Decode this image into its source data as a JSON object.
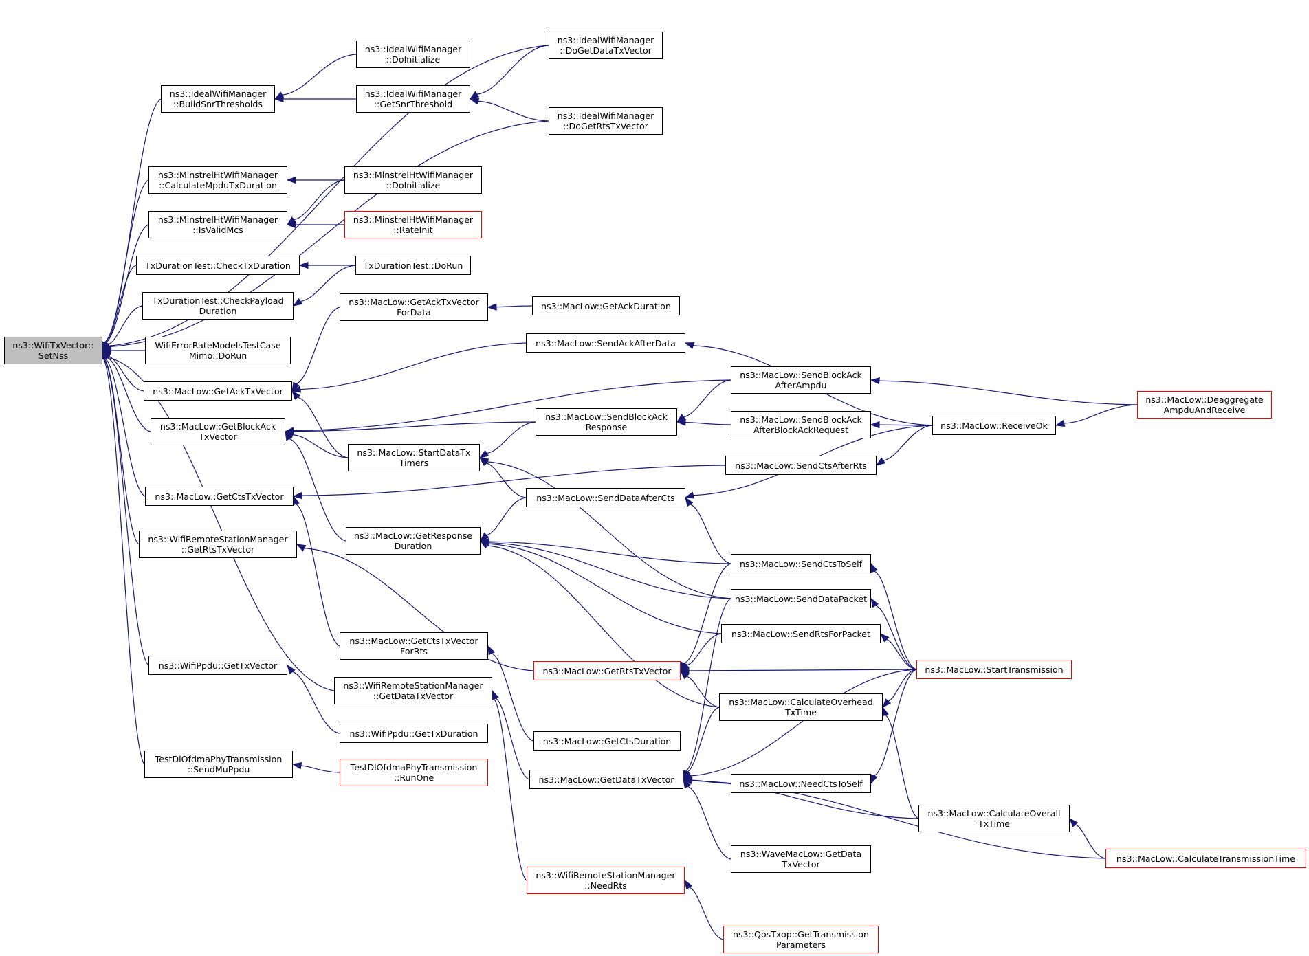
{
  "graph": {
    "title": "",
    "colors": {
      "edge": "#191970",
      "node_border": "#000000",
      "truncated_border": "#ff0000",
      "root_fill": "#bfbfbf"
    },
    "nodes": [
      {
        "id": "setnss",
        "lines": [
          "ns3::WifiTxVector::",
          "SetNss"
        ],
        "root": true
      },
      {
        "id": "ideal_build",
        "lines": [
          "ns3::IdealWifiManager",
          "::BuildSnrThresholds"
        ]
      },
      {
        "id": "ideal_doinit",
        "lines": [
          "ns3::IdealWifiManager",
          "::DoInitialize"
        ]
      },
      {
        "id": "ideal_getsnr",
        "lines": [
          "ns3::IdealWifiManager",
          "::GetSnrThreshold"
        ]
      },
      {
        "id": "ideal_getdata",
        "lines": [
          "ns3::IdealWifiManager",
          "::DoGetDataTxVector"
        ]
      },
      {
        "id": "ideal_getrts",
        "lines": [
          "ns3::IdealWifiManager",
          "::DoGetRtsTxVector"
        ]
      },
      {
        "id": "minstrel_calc",
        "lines": [
          "ns3::MinstrelHtWifiManager",
          "::CalculateMpduTxDuration"
        ]
      },
      {
        "id": "minstrel_doinit",
        "lines": [
          "ns3::MinstrelHtWifiManager",
          "::DoInitialize"
        ]
      },
      {
        "id": "minstrel_isvalid",
        "lines": [
          "ns3::MinstrelHtWifiManager",
          "::IsValidMcs"
        ]
      },
      {
        "id": "minstrel_rateinit",
        "lines": [
          "ns3::MinstrelHtWifiManager",
          "::RateInit"
        ],
        "red": true
      },
      {
        "id": "txdur_check",
        "lines": [
          "TxDurationTest::CheckTxDuration"
        ]
      },
      {
        "id": "txdur_dorun",
        "lines": [
          "TxDurationTest::DoRun"
        ]
      },
      {
        "id": "txdur_payload",
        "lines": [
          "TxDurationTest::CheckPayload",
          "Duration"
        ]
      },
      {
        "id": "wifierr",
        "lines": [
          "WifiErrorRateModelsTestCase",
          "Mimo::DoRun"
        ]
      },
      {
        "id": "getacktx",
        "lines": [
          "ns3::MacLow::GetAckTxVector"
        ]
      },
      {
        "id": "getacktxfordata",
        "lines": [
          "ns3::MacLow::GetAckTxVector",
          "ForData"
        ]
      },
      {
        "id": "getackdur",
        "lines": [
          "ns3::MacLow::GetAckDuration"
        ]
      },
      {
        "id": "sendackafterdata",
        "lines": [
          "ns3::MacLow::SendAckAfterData"
        ]
      },
      {
        "id": "getblockack",
        "lines": [
          "ns3::MacLow::GetBlockAck",
          "TxVector"
        ]
      },
      {
        "id": "sendblockackafterampdu",
        "lines": [
          "ns3::MacLow::SendBlockAck",
          "AfterAmpdu"
        ]
      },
      {
        "id": "sendblockackresp",
        "lines": [
          "ns3::MacLow::SendBlockAck",
          "Response"
        ]
      },
      {
        "id": "sendblockackafterbar",
        "lines": [
          "ns3::MacLow::SendBlockAck",
          "AfterBlockAckRequest"
        ]
      },
      {
        "id": "receiveok",
        "lines": [
          "ns3::MacLow::ReceiveOk"
        ]
      },
      {
        "id": "deaggregate",
        "lines": [
          "ns3::MacLow::Deaggregate",
          "AmpduAndReceive"
        ],
        "red": true
      },
      {
        "id": "startdatatx",
        "lines": [
          "ns3::MacLow::StartDataTx",
          "Timers"
        ]
      },
      {
        "id": "sendctsafterrts",
        "lines": [
          "ns3::MacLow::SendCtsAfterRts"
        ]
      },
      {
        "id": "getctstx",
        "lines": [
          "ns3::MacLow::GetCtsTxVector"
        ]
      },
      {
        "id": "senddataaftercts",
        "lines": [
          "ns3::MacLow::SendDataAfterCts"
        ]
      },
      {
        "id": "wrsm_getrts",
        "lines": [
          "ns3::WifiRemoteStationManager",
          "::GetRtsTxVector"
        ]
      },
      {
        "id": "getresponse",
        "lines": [
          "ns3::MacLow::GetResponse",
          "Duration"
        ]
      },
      {
        "id": "sendctstoself",
        "lines": [
          "ns3::MacLow::SendCtsToSelf"
        ]
      },
      {
        "id": "senddatapacket",
        "lines": [
          "ns3::MacLow::SendDataPacket"
        ]
      },
      {
        "id": "getctstxforrts",
        "lines": [
          "ns3::MacLow::GetCtsTxVector",
          "ForRts"
        ]
      },
      {
        "id": "sendrtsforpacket",
        "lines": [
          "ns3::MacLow::SendRtsForPacket"
        ]
      },
      {
        "id": "getrtstx",
        "lines": [
          "ns3::MacLow::GetRtsTxVector"
        ],
        "red": true
      },
      {
        "id": "starttransmission",
        "lines": [
          "ns3::MacLow::StartTransmission"
        ],
        "red": true
      },
      {
        "id": "wifippdu_gettx",
        "lines": [
          "ns3::WifiPpdu::GetTxVector"
        ]
      },
      {
        "id": "wrsm_getdata",
        "lines": [
          "ns3::WifiRemoteStationManager",
          "::GetDataTxVector"
        ]
      },
      {
        "id": "calcoverhead",
        "lines": [
          "ns3::MacLow::CalculateOverhead",
          "TxTime"
        ]
      },
      {
        "id": "wifippdu_getdur",
        "lines": [
          "ns3::WifiPpdu::GetTxDuration"
        ]
      },
      {
        "id": "getctsdur",
        "lines": [
          "ns3::MacLow::GetCtsDuration"
        ]
      },
      {
        "id": "testdl_send",
        "lines": [
          "TestDlOfdmaPhyTransmission",
          "::SendMuPpdu"
        ]
      },
      {
        "id": "testdl_runone",
        "lines": [
          "TestDlOfdmaPhyTransmission",
          "::RunOne"
        ],
        "red": true
      },
      {
        "id": "getdatatx",
        "lines": [
          "ns3::MacLow::GetDataTxVector"
        ]
      },
      {
        "id": "needctstoself",
        "lines": [
          "ns3::MacLow::NeedCtsToSelf"
        ]
      },
      {
        "id": "calcoverall",
        "lines": [
          "ns3::MacLow::CalculateOverall",
          "TxTime"
        ]
      },
      {
        "id": "wavemac",
        "lines": [
          "ns3::WaveMacLow::GetData",
          "TxVector"
        ]
      },
      {
        "id": "calctransmission",
        "lines": [
          "ns3::MacLow::CalculateTransmissionTime"
        ],
        "red": true
      },
      {
        "id": "wrsm_needrts",
        "lines": [
          "ns3::WifiRemoteStationManager",
          "::NeedRts"
        ],
        "red": true
      },
      {
        "id": "qostxop",
        "lines": [
          "ns3::QosTxop::GetTransmission",
          "Parameters"
        ],
        "red": true
      }
    ],
    "edges": [
      [
        "setnss",
        "ideal_build"
      ],
      [
        "setnss",
        "ideal_getdata"
      ],
      [
        "setnss",
        "ideal_getrts"
      ],
      [
        "setnss",
        "minstrel_calc"
      ],
      [
        "setnss",
        "minstrel_isvalid"
      ],
      [
        "setnss",
        "txdur_check"
      ],
      [
        "setnss",
        "txdur_payload"
      ],
      [
        "setnss",
        "wifierr"
      ],
      [
        "setnss",
        "getacktx"
      ],
      [
        "setnss",
        "getblockack"
      ],
      [
        "setnss",
        "getctstx"
      ],
      [
        "setnss",
        "wrsm_getrts"
      ],
      [
        "setnss",
        "wifippdu_gettx"
      ],
      [
        "setnss",
        "wrsm_getdata"
      ],
      [
        "setnss",
        "testdl_send"
      ],
      [
        "ideal_build",
        "ideal_doinit"
      ],
      [
        "ideal_build",
        "ideal_getsnr"
      ],
      [
        "ideal_getsnr",
        "ideal_getdata"
      ],
      [
        "ideal_getsnr",
        "ideal_getrts"
      ],
      [
        "minstrel_calc",
        "minstrel_doinit"
      ],
      [
        "minstrel_isvalid",
        "minstrel_doinit"
      ],
      [
        "minstrel_isvalid",
        "minstrel_rateinit"
      ],
      [
        "txdur_check",
        "txdur_dorun"
      ],
      [
        "txdur_payload",
        "txdur_dorun"
      ],
      [
        "getacktx",
        "getacktxfordata"
      ],
      [
        "getacktx",
        "sendackafterdata"
      ],
      [
        "getacktx",
        "startdatatx"
      ],
      [
        "getacktxfordata",
        "getackdur"
      ],
      [
        "sendackafterdata",
        "receiveok"
      ],
      [
        "getblockack",
        "sendblockackafterampdu"
      ],
      [
        "getblockack",
        "sendblockackresp"
      ],
      [
        "getblockack",
        "startdatatx"
      ],
      [
        "getblockack",
        "getresponse"
      ],
      [
        "sendblockackresp",
        "sendblockackafterampdu"
      ],
      [
        "sendblockackresp",
        "sendblockackafterbar"
      ],
      [
        "sendblockackafterampdu",
        "deaggregate"
      ],
      [
        "sendblockackafterbar",
        "receiveok"
      ],
      [
        "receiveok",
        "deaggregate"
      ],
      [
        "startdatatx",
        "sendblockackresp"
      ],
      [
        "startdatatx",
        "senddataaftercts"
      ],
      [
        "startdatatx",
        "senddatapacket"
      ],
      [
        "getctstx",
        "sendctsafterrts"
      ],
      [
        "getctstx",
        "getctstxforrts"
      ],
      [
        "sendctsafterrts",
        "receiveok"
      ],
      [
        "senddataaftercts",
        "receiveok"
      ],
      [
        "senddataaftercts",
        "sendctstoself"
      ],
      [
        "wrsm_getrts",
        "getrtstx"
      ],
      [
        "getresponse",
        "senddataaftercts"
      ],
      [
        "getresponse",
        "sendctstoself"
      ],
      [
        "getresponse",
        "senddatapacket"
      ],
      [
        "getresponse",
        "sendrtsforpacket"
      ],
      [
        "getresponse",
        "calcoverhead"
      ],
      [
        "sendctstoself",
        "starttransmission"
      ],
      [
        "senddatapacket",
        "starttransmission"
      ],
      [
        "sendrtsforpacket",
        "starttransmission"
      ],
      [
        "getctstxforrts",
        "getctsdur"
      ],
      [
        "getrtstx",
        "sendctstoself"
      ],
      [
        "getrtstx",
        "sendrtsforpacket"
      ],
      [
        "getrtstx",
        "starttransmission"
      ],
      [
        "getrtstx",
        "calcoverhead"
      ],
      [
        "wifippdu_gettx",
        "wifippdu_getdur"
      ],
      [
        "wrsm_getdata",
        "getdatatx"
      ],
      [
        "wrsm_getdata",
        "wrsm_needrts"
      ],
      [
        "calcoverhead",
        "starttransmission"
      ],
      [
        "calcoverhead",
        "calcoverall"
      ],
      [
        "testdl_send",
        "testdl_runone"
      ],
      [
        "getdatatx",
        "senddatapacket"
      ],
      [
        "getdatatx",
        "calcoverhead"
      ],
      [
        "getdatatx",
        "starttransmission"
      ],
      [
        "getdatatx",
        "needctstoself"
      ],
      [
        "getdatatx",
        "calcoverall"
      ],
      [
        "getdatatx",
        "wavemac"
      ],
      [
        "getdatatx",
        "calctransmission"
      ],
      [
        "needctstoself",
        "starttransmission"
      ],
      [
        "calcoverall",
        "calctransmission"
      ],
      [
        "wrsm_needrts",
        "qostxop"
      ]
    ]
  }
}
